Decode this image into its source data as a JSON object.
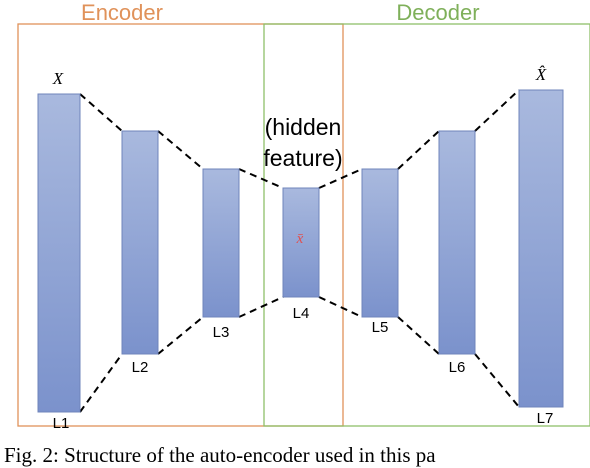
{
  "encoder_title": "Encoder",
  "decoder_title": "Decoder",
  "hidden_label_line1": "(hidden",
  "hidden_label_line2": "feature)",
  "input_symbol": "X",
  "output_symbol": "X̂",
  "hidden_symbol": "x̄",
  "layers": [
    {
      "label": "L1"
    },
    {
      "label": "L2"
    },
    {
      "label": "L3"
    },
    {
      "label": "L4"
    },
    {
      "label": "L5"
    },
    {
      "label": "L6"
    },
    {
      "label": "L7"
    }
  ],
  "caption": "Fig. 2: Structure of the auto-encoder used in this pa",
  "colors": {
    "encoder_border": "#e0925a",
    "decoder_border": "#8fbf6a",
    "bar_top": "#a9b9de",
    "bar_bottom": "#7b92cc",
    "bar_stroke": "#6f84bb",
    "encoder_text": "#e0925a",
    "decoder_text": "#7fb05a",
    "hidden_symbol": "#e05050"
  }
}
